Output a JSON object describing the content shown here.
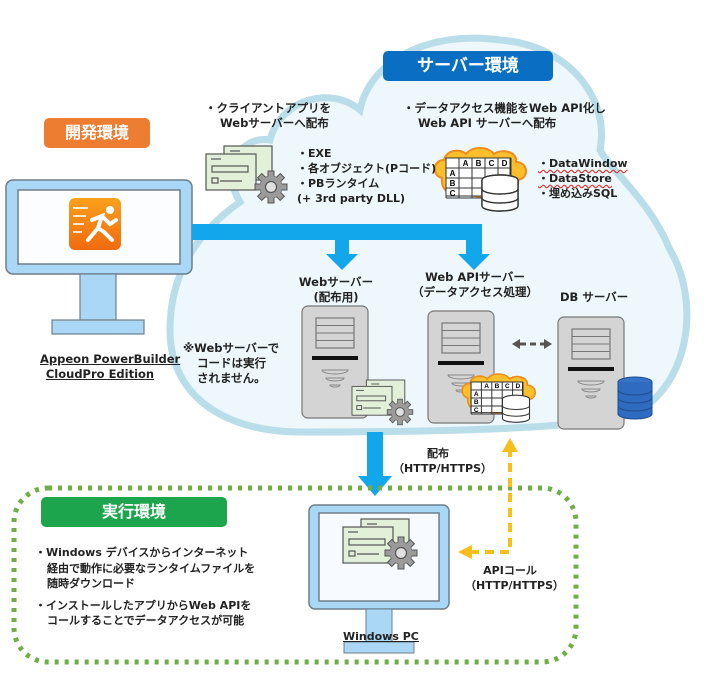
{
  "badges": {
    "server_env": "サーバー環境",
    "dev_env": "開発環境",
    "exec_env": "実行環境"
  },
  "colors": {
    "server_badge": "#0a6fc2",
    "dev_badge": "#ed7d31",
    "exec_badge": "#17a34a",
    "cloud_fill": "#eef7fb",
    "cloud_outline": "#b9dde9",
    "arrow_blue": "#12a7ea",
    "api_arrow": "#f7bf1e",
    "dotted_border": "#70ad47",
    "monitor_frame": "#a9d7f5",
    "server_gray": "#d4d4d4",
    "db_blue": "#2f6bc1"
  },
  "client_deploy": {
    "title_line1": "・クライアントアプリを",
    "title_line2": "Webサーバーへ配布",
    "items": [
      "・EXE",
      "・各オブジェクト(Pコード)",
      "・PBランタイム",
      "(+ 3rd party DLL)"
    ]
  },
  "api_deploy": {
    "title_line1": "・データアクセス機能をWeb API化し",
    "title_line2": "Web API サーバーへ配布",
    "items": [
      "・DataWindow",
      "・DataStore",
      "・埋め込みSQL"
    ]
  },
  "grid_icon": {
    "cols": [
      "A",
      "B",
      "C",
      "D"
    ],
    "rows": [
      "A",
      "B",
      "C"
    ]
  },
  "dev_tool": {
    "line1": "Appeon PowerBuilder",
    "line2": "CloudPro Edition"
  },
  "servers": {
    "web": {
      "line1": "Webサーバー",
      "line2": "(配布用)"
    },
    "webapi": {
      "line1": "Web APIサーバー",
      "line2": "（データアクセス処理）"
    },
    "db": {
      "line1": "DB サーバー"
    }
  },
  "note": {
    "line1": "※Webサーバーで",
    "line2": "コードは実行",
    "line3": "されません。"
  },
  "deploy_arrow": {
    "line1": "配布",
    "line2": "（HTTP/HTTPS）"
  },
  "api_call": {
    "line1": "APIコール",
    "line2": "（HTTP/HTTPS）"
  },
  "exec_notes": {
    "bullet1_line1": "・Windows デバイスからインターネット",
    "bullet1_line2": "経由で動作に必要なランタイムファイルを",
    "bullet1_line3": "随時ダウンロード",
    "bullet2_line1": "・インストールしたアプリからWeb APIを",
    "bullet2_line2": "コールすることでデータアクセスが可能"
  },
  "client_pc": {
    "label": "Windows PC"
  }
}
